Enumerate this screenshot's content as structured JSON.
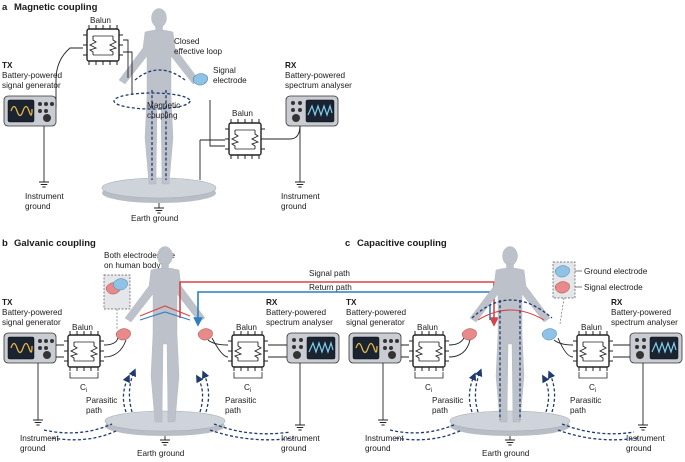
{
  "panel_a": {
    "letter": "a",
    "title": "Magnetic coupling",
    "tx_label": "TX",
    "tx_desc_1": "Battery-powered",
    "tx_desc_2": "signal generator",
    "rx_label": "RX",
    "rx_desc_1": "Battery-powered",
    "rx_desc_2": "spectrum analyser",
    "balun_top": "Balun",
    "balun_bottom": "Balun",
    "loop_1": "Closed",
    "loop_2": "effective loop",
    "signal_electrode_1": "Signal",
    "signal_electrode_2": "electrode",
    "magnetic_1": "Magnetic",
    "magnetic_2": "coupling",
    "instrument_ground_tx_1": "Instrument",
    "instrument_ground_tx_2": "ground",
    "instrument_ground_rx_1": "Instrument",
    "instrument_ground_rx_2": "ground",
    "earth_ground": "Earth ground"
  },
  "panel_b": {
    "letter": "b",
    "title": "Galvanic coupling",
    "electrodes_note_1": "Both electrodes are",
    "electrodes_note_2": "on human body",
    "tx_label": "TX",
    "tx_desc_1": "Battery-powered",
    "tx_desc_2": "signal generator",
    "rx_label": "RX",
    "rx_desc_1": "Battery-powered",
    "rx_desc_2": "spectrum analyser",
    "balun_left": "Balun",
    "balun_right": "Balun",
    "ci_left": "C",
    "ci_left_sub": "i",
    "ci_right": "C",
    "ci_right_sub": "i",
    "parasitic_left_1": "Parasitic",
    "parasitic_left_2": "path",
    "parasitic_right_1": "Parasitic",
    "parasitic_right_2": "path",
    "instrument_ground_left_1": "Instrument",
    "instrument_ground_left_2": "ground",
    "instrument_ground_right_1": "Instrument",
    "instrument_ground_right_2": "ground",
    "earth_ground": "Earth ground"
  },
  "panel_c": {
    "letter": "c",
    "title": "Capacitive coupling",
    "ground_electrode": "Ground electrode",
    "signal_electrode": "Signal electrode",
    "tx_label": "TX",
    "tx_desc_1": "Battery-powered",
    "tx_desc_2": "signal generator",
    "rx_label": "RX",
    "rx_desc_1": "Battery-powered",
    "rx_desc_2": "spectrum analyser",
    "balun_left": "Balun",
    "balun_right": "Balun",
    "ci_left": "C",
    "ci_left_sub": "i",
    "ci_right": "C",
    "ci_right_sub": "i",
    "parasitic_left_1": "Parasitic",
    "parasitic_left_2": "path",
    "parasitic_right_1": "Parasitic",
    "parasitic_right_2": "path",
    "instrument_ground_left_1": "Instrument",
    "instrument_ground_left_2": "ground",
    "instrument_ground_right_1": "Instrument",
    "instrument_ground_right_2": "ground",
    "earth_ground": "Earth ground"
  },
  "paths": {
    "signal_path": "Signal path",
    "return_path": "Return path"
  },
  "colors": {
    "signal_path": "#d64545",
    "return_path": "#2d7fc1",
    "human_body": "#bcc1ca",
    "dashed_coupling": "#1f3a6e",
    "screen_wave_tx": "#e6b84a",
    "screen_wave_rx": "#7ed0ee",
    "electrode_signal": "#e88a8a",
    "electrode_ground": "#8fc3e6"
  }
}
